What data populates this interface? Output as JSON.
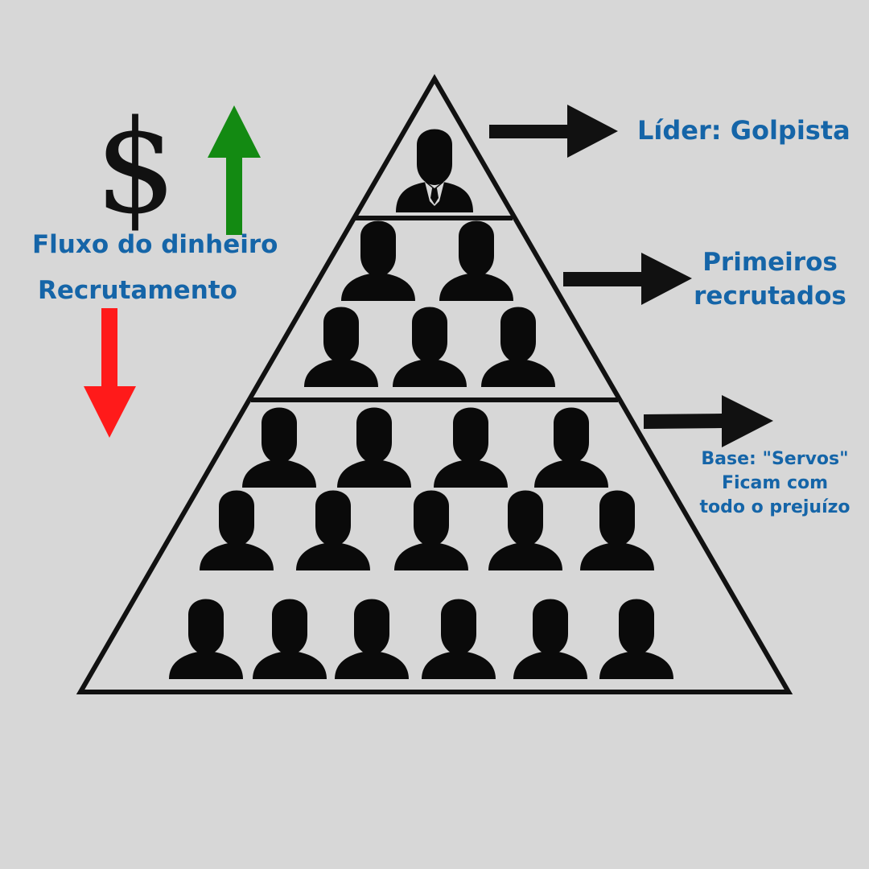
{
  "labels": {
    "dollar_symbol": "$",
    "money_flow": "Fluxo do dinheiro",
    "recruitment": "Recrutamento",
    "leader": "Líder: Golpista",
    "first_recruits_line1": "Primeiros",
    "first_recruits_line2": "recrutados",
    "base_line1": "Base: \"Servos\"",
    "base_line2": "Ficam com",
    "base_line3": "todo o prejuízo"
  },
  "colors": {
    "background": "#d7d7d7",
    "label_text": "#1565a8",
    "money_arrow": "#138a12",
    "recruitment_arrow": "#ff1a1a",
    "pyramid_outline": "#111111",
    "person_silhouette": "#0a0a0a",
    "pyramid_fill": "#d7d7d7"
  },
  "pyramid": {
    "tiers": [
      {
        "name": "leader",
        "rows": [
          1
        ],
        "icon": "businessman-icon"
      },
      {
        "name": "first-recruits",
        "rows": [
          2,
          3
        ],
        "icon": "person-icon"
      },
      {
        "name": "base",
        "rows": [
          4,
          5,
          6
        ],
        "icon": "person-icon"
      }
    ]
  },
  "icons": {
    "money": "dollar-sign-icon",
    "money_flow_direction": "arrow-up-icon",
    "recruitment_direction": "arrow-down-icon",
    "pointer": "arrow-right-icon"
  }
}
